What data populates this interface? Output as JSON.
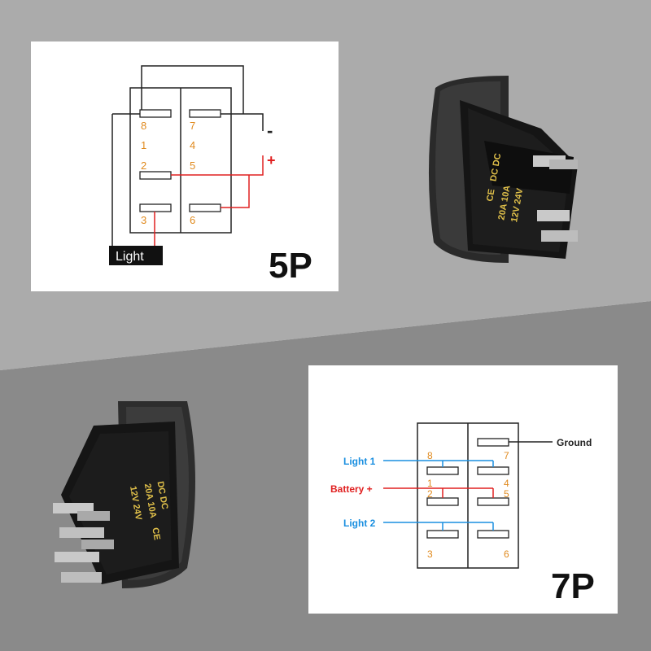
{
  "colors": {
    "pin_orange": "#e08a1e",
    "red_wire": "#e02020",
    "blue_wire": "#1a8fe0"
  },
  "diagram_5p": {
    "title": "5P",
    "pins": [
      "8",
      "7",
      "1",
      "4",
      "2",
      "5",
      "3",
      "6"
    ],
    "minus": "-",
    "plus": "+",
    "light_label": "Light"
  },
  "diagram_7p": {
    "title": "7P",
    "pins": [
      "8",
      "7",
      "1",
      "4",
      "2",
      "5",
      "3",
      "6"
    ],
    "ground_label": "Ground",
    "light1_label": "Light 1",
    "battery_label": "Battery +",
    "light2_label": "Light 2"
  },
  "switch_top": {
    "ce": "CE",
    "rating_left": "12V 24V",
    "rating_mid": "20A 10A",
    "rating_right": "DC DC"
  },
  "switch_bottom": {
    "ce": "CE",
    "rating_left": "12V 24V",
    "rating_mid": "20A 10A",
    "rating_right": "DC DC"
  }
}
